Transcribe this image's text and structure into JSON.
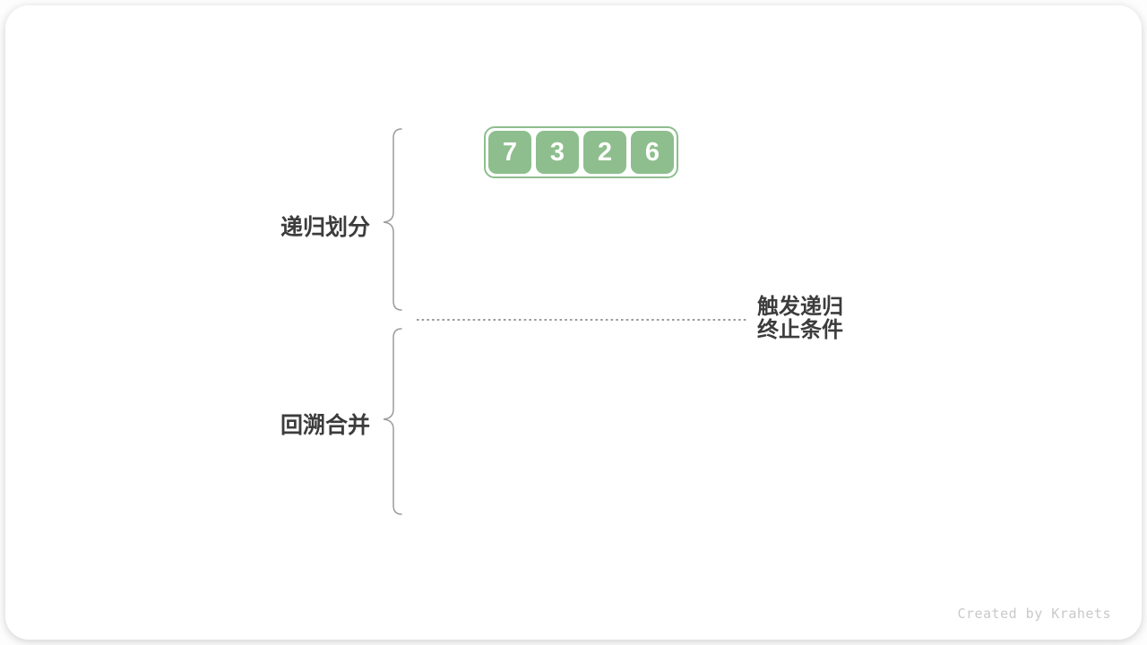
{
  "diagram": {
    "title_context": "merge-sort recursion diagram",
    "array": {
      "values": [
        "7",
        "3",
        "2",
        "6"
      ]
    },
    "labels": {
      "divide": "递归划分",
      "merge": "回溯合并"
    },
    "annotation": {
      "line1": "触发递归",
      "line2": "终止条件"
    },
    "watermark": "Created by Krahets",
    "icons": {
      "brace_divide": "left-curly-brace",
      "brace_merge": "left-curly-brace",
      "divider": "horizontal-dotted-line"
    },
    "colors": {
      "cell_green": "#8ebe8e",
      "cell_text": "#ffffff",
      "label_text": "#3c3c3c",
      "brace_gray": "#9c9c9c",
      "dotted_line_gray": "#999999",
      "watermark_gray": "#c9c9c9",
      "card_background": "#ffffff"
    }
  }
}
